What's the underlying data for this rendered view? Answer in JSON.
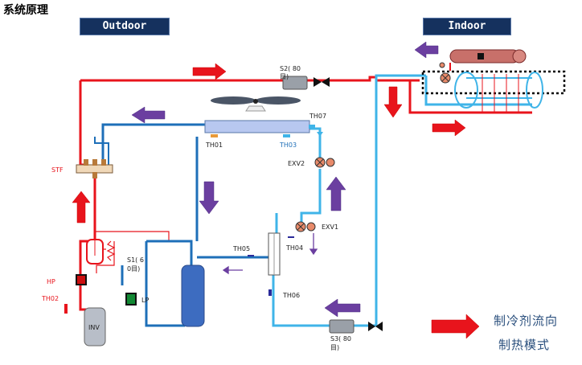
{
  "title": "系统原理",
  "headers": {
    "outdoor": "Outdoor",
    "indoor": "Indoor"
  },
  "labels": {
    "s2": "S2( 80",
    "s2b": "目)",
    "th07": "TH07",
    "th01": "TH01",
    "th03": "TH03",
    "exv2": "EXV2",
    "exv1": "EXV1",
    "stf": "STF",
    "s1": "S1( 6",
    "s1b": "0目)",
    "hp": "HP",
    "th02": "TH02",
    "lp": "LP",
    "inv": "INV",
    "th05": "TH05",
    "th04": "TH04",
    "th06": "TH06",
    "s3": "S3( 80",
    "s3b": "目)"
  },
  "legend": {
    "cooling": "制冷剂流向",
    "heating": "制热模式"
  },
  "colors": {
    "hot": "#e8141c",
    "cold": "#3fb4e8",
    "pipe": "#1e6fb8",
    "arrow_purple": "#6b3fa0",
    "header_bg": "#15315e"
  }
}
